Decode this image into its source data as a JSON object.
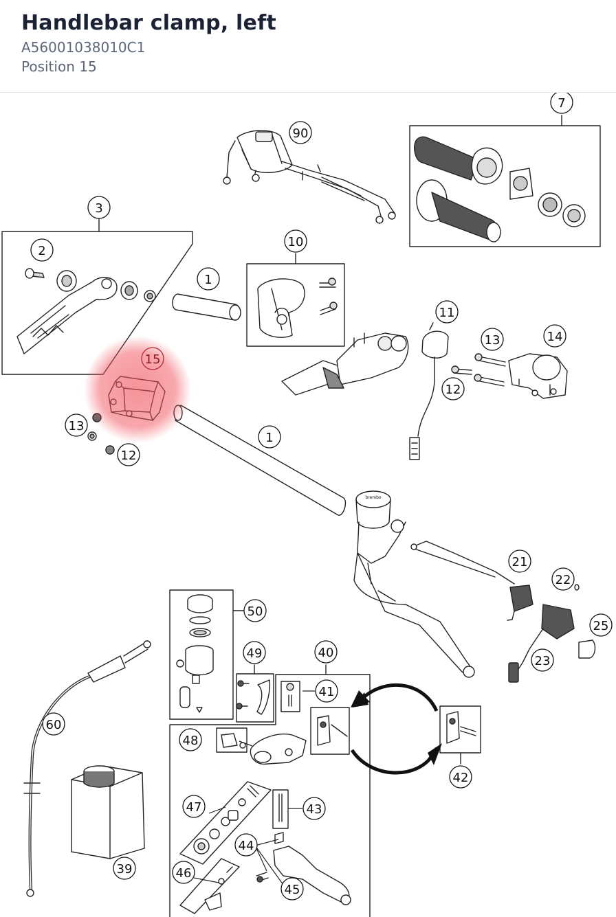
{
  "header": {
    "title": "Handlebar clamp, left",
    "part_number": "A56001038010C1",
    "position": "Position 15"
  },
  "highlight": {
    "callout": "15",
    "color": "#f0505a"
  },
  "callouts": {
    "c90": "90",
    "c7": "7",
    "c3": "3",
    "c2": "2",
    "c10": "10",
    "c1a": "1",
    "c1b": "1",
    "c11": "11",
    "c13a": "13",
    "c14": "14",
    "c12a": "12",
    "c15": "15",
    "c13b": "13",
    "c12b": "12",
    "c21": "21",
    "c22": "22",
    "c25": "25",
    "c23": "23",
    "c50": "50",
    "c49": "49",
    "c40": "40",
    "c41": "41",
    "c42": "42",
    "c48": "48",
    "c60": "60",
    "c47": "47",
    "c43": "43",
    "c44": "44",
    "c39": "39",
    "c46": "46",
    "c45": "45"
  },
  "parts": {
    "reservoir_cap_text": "brembo"
  }
}
